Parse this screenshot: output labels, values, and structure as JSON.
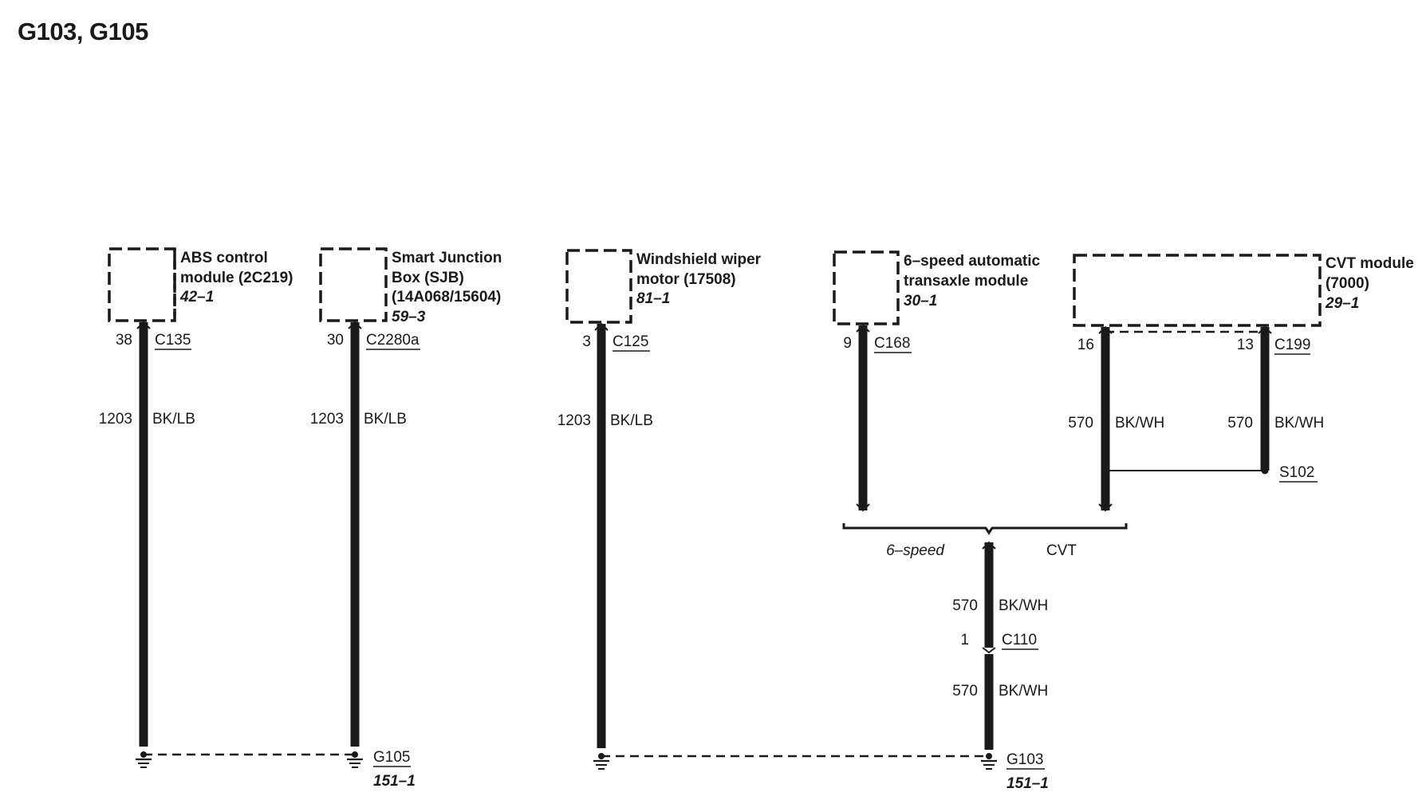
{
  "title": "G103, G105",
  "modules": {
    "abs": {
      "line1": "ABS control",
      "line2": "module (2C219)",
      "ref": "42–1"
    },
    "sjb": {
      "line1": "Smart Junction",
      "line2": "Box (SJB)",
      "line3": "(14A068/15604)",
      "ref": "59–3"
    },
    "wiper": {
      "line1": "Windshield wiper",
      "line2": "motor (17508)",
      "ref": "81–1"
    },
    "trans6": {
      "line1": "6–speed automatic",
      "line2": "transaxle module",
      "ref": "30–1"
    },
    "cvt": {
      "line1": "CVT module",
      "line2": "(7000)",
      "ref": "29–1"
    }
  },
  "connectors": {
    "c135": {
      "pin": "38",
      "name": "C135"
    },
    "c2280a": {
      "pin": "30",
      "name": "C2280a"
    },
    "c125": {
      "pin": "3",
      "name": "C125"
    },
    "c168": {
      "pin": "9",
      "name": "C168"
    },
    "c199": {
      "pin_left": "16",
      "pin_right": "13",
      "name": "C199"
    },
    "c110": {
      "pin": "1",
      "name": "C110"
    }
  },
  "wires": {
    "abs": {
      "circuit": "1203",
      "color": "BK/LB"
    },
    "sjb": {
      "circuit": "1203",
      "color": "BK/LB"
    },
    "wiper": {
      "circuit": "1203",
      "color": "BK/LB"
    },
    "cvt_left": {
      "circuit": "570",
      "color": "BK/WH"
    },
    "cvt_right": {
      "circuit": "570",
      "color": "BK/WH"
    },
    "upper": {
      "circuit": "570",
      "color": "BK/WH"
    },
    "lower": {
      "circuit": "570",
      "color": "BK/WH"
    }
  },
  "splice": {
    "name": "S102"
  },
  "options": {
    "left": "6–speed",
    "right": "CVT"
  },
  "grounds": {
    "g105": {
      "name": "G105",
      "ref": "151–1"
    },
    "g103": {
      "name": "G103",
      "ref": "151–1"
    }
  }
}
